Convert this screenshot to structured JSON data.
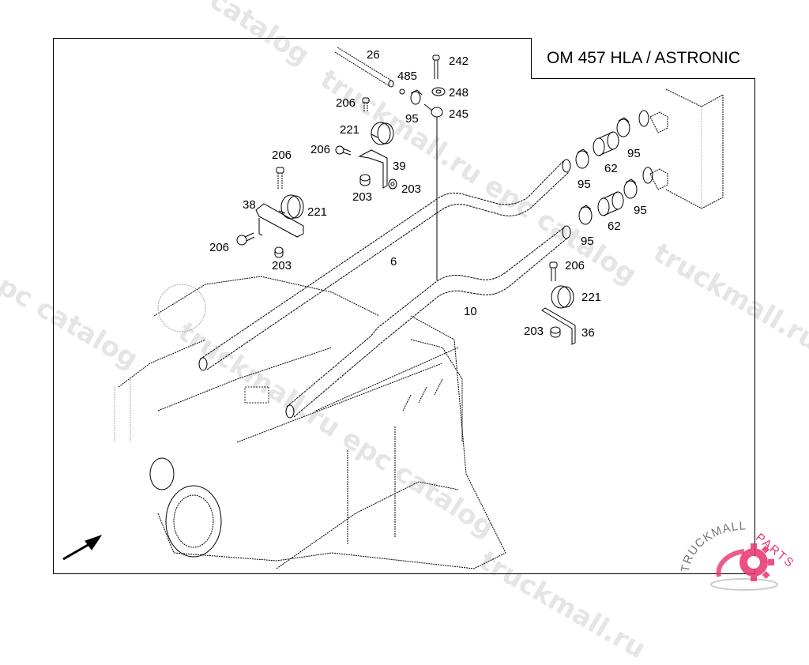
{
  "diagram": {
    "title": "OM 457 HLA / ASTRONIC",
    "callouts": [
      {
        "id": "c26",
        "label": "26"
      },
      {
        "id": "c485",
        "label": "485"
      },
      {
        "id": "c242",
        "label": "242"
      },
      {
        "id": "c248",
        "label": "248"
      },
      {
        "id": "c206a",
        "label": "206"
      },
      {
        "id": "c95a",
        "label": "95"
      },
      {
        "id": "c245",
        "label": "245"
      },
      {
        "id": "c221a",
        "label": "221"
      },
      {
        "id": "c206b",
        "label": "206"
      },
      {
        "id": "c39",
        "label": "39"
      },
      {
        "id": "c203a",
        "label": "203"
      },
      {
        "id": "c203b",
        "label": "203"
      },
      {
        "id": "c206c",
        "label": "206"
      },
      {
        "id": "c38",
        "label": "38"
      },
      {
        "id": "c221b",
        "label": "221"
      },
      {
        "id": "c206d",
        "label": "206"
      },
      {
        "id": "c203c",
        "label": "203"
      },
      {
        "id": "c6",
        "label": "6"
      },
      {
        "id": "c10",
        "label": "10"
      },
      {
        "id": "c95b",
        "label": "95"
      },
      {
        "id": "c62a",
        "label": "62"
      },
      {
        "id": "c95c",
        "label": "95"
      },
      {
        "id": "c95d",
        "label": "95"
      },
      {
        "id": "c62b",
        "label": "62"
      },
      {
        "id": "c95e",
        "label": "95"
      },
      {
        "id": "c206e",
        "label": "206"
      },
      {
        "id": "c221c",
        "label": "221"
      },
      {
        "id": "c203d",
        "label": "203"
      },
      {
        "id": "c36",
        "label": "36"
      }
    ],
    "direction_arrow": "arrow-up-right-icon"
  },
  "watermarks": {
    "text1": "truckmall.ru epc catalog",
    "text2": "epc catalog",
    "text3": "truckmall.ru",
    "text4": "catalog"
  },
  "logo": {
    "text_left": "TRUCKMALL",
    "text_right": "PARTS",
    "accent_color": "#e8336b",
    "icon": "gear-icon"
  }
}
